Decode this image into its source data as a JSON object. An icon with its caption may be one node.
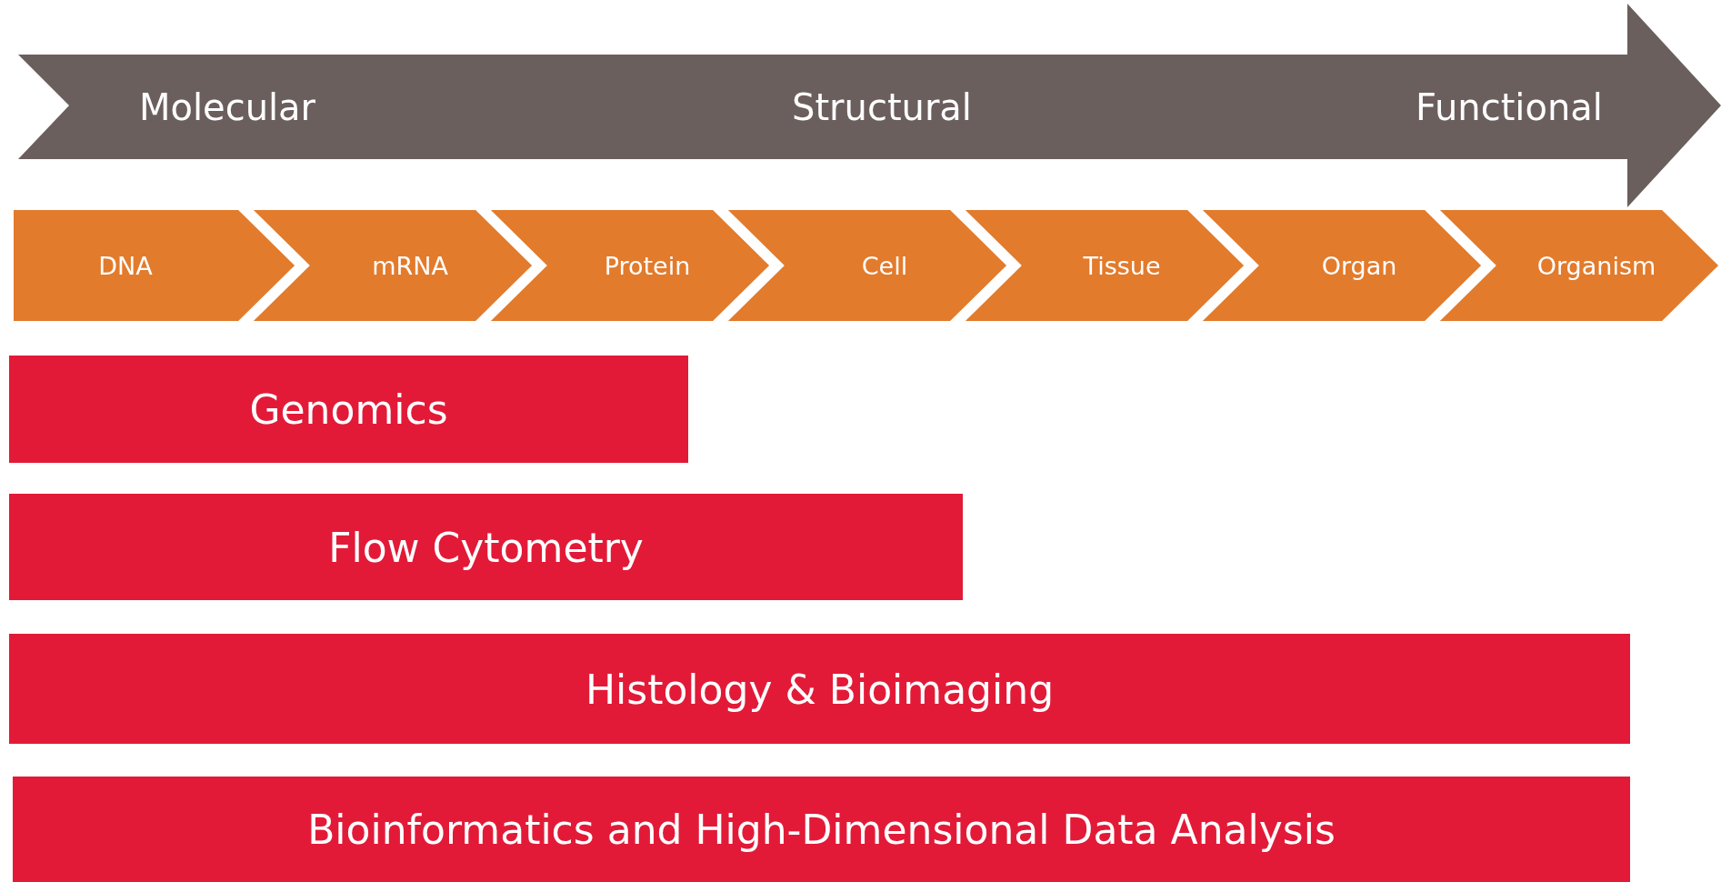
{
  "diagram": {
    "nodes": [
      {
        "text": [
          "Molecular",
          "Structural",
          "Functional"
        ]
      },
      {
        "text": [
          "DNA"
        ]
      },
      {
        "text": [
          "mRNA"
        ]
      },
      {
        "text": [
          "Protein"
        ]
      },
      {
        "text": [
          "Cell"
        ]
      },
      {
        "text": [
          "Tissue"
        ]
      },
      {
        "text": [
          "Organ"
        ]
      },
      {
        "text": [
          "Organism"
        ]
      },
      {
        "text": [
          "Genomics"
        ]
      },
      {
        "text": [
          "Flow Cytometry"
        ]
      },
      {
        "text": [
          "Histology & Bioimaging"
        ]
      },
      {
        "text": [
          "Bioinformatics and High-Dimensional Data Analysis"
        ]
      }
    ],
    "edges": []
  }
}
